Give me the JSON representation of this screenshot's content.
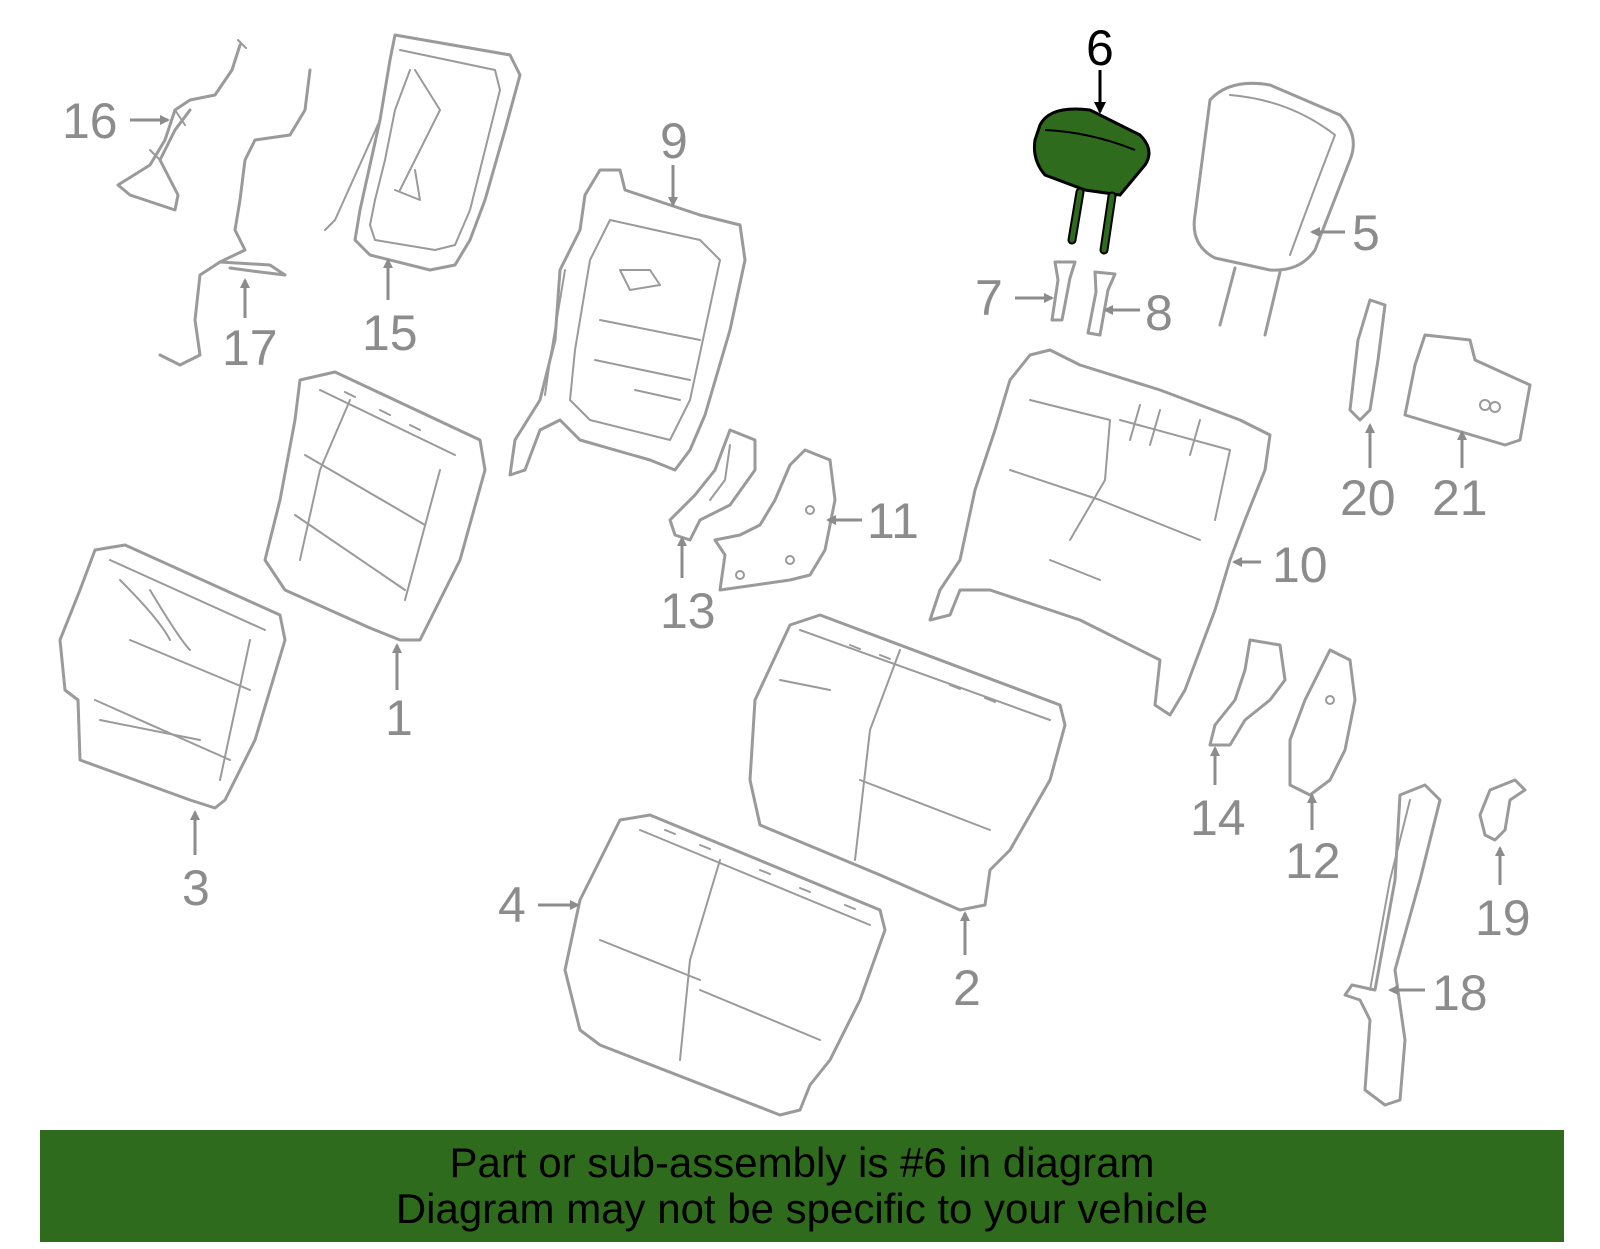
{
  "diagram": {
    "highlighted_part": "6",
    "colors": {
      "highlight": "#2f6b1c",
      "parts": "#9a9a9a",
      "labels": "#8c8c8c",
      "banner": "#2f6b1c"
    },
    "callouts": [
      "1",
      "2",
      "3",
      "4",
      "5",
      "6",
      "7",
      "8",
      "9",
      "10",
      "11",
      "12",
      "13",
      "14",
      "15",
      "16",
      "17",
      "18",
      "19",
      "20",
      "21"
    ]
  },
  "banner": {
    "line1": "Part or sub-assembly is #6 in diagram",
    "line2": "Diagram may not be specific to your vehicle"
  }
}
